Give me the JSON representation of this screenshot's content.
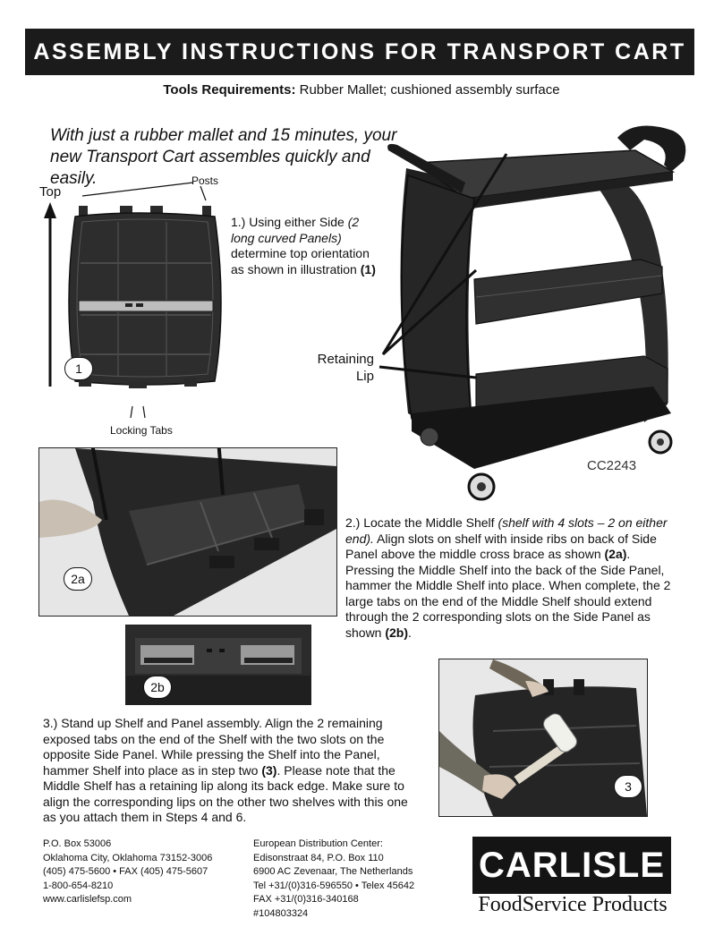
{
  "header": {
    "title": "ASSEMBLY INSTRUCTIONS FOR TRANSPORT CART"
  },
  "tools": {
    "label": "Tools Requirements:",
    "value": "Rubber Mallet; cushioned assembly surface"
  },
  "intro": {
    "line1": "With just a rubber mallet and 15 minutes, your",
    "line2": "new Transport Cart assembles quickly and easily."
  },
  "figure1": {
    "top_label": "Top",
    "posts_label": "Posts",
    "locking_tabs_label": "Locking Tabs",
    "badge": "1"
  },
  "step1": {
    "text_a": "1.) Using either Side ",
    "text_b": "(2 long curved Panels)",
    "text_c": " determine top orientation as shown in illustration ",
    "text_d": "(1)"
  },
  "cart": {
    "retaining_label_1": "Retaining",
    "retaining_label_2": "Lip",
    "model": "CC2243"
  },
  "figure2a": {
    "badge": "2a"
  },
  "step2": {
    "text_a": "2.) Locate the Middle Shelf ",
    "text_b": "(shelf with 4 slots – 2 on either end).",
    "text_c": " Align slots on shelf with inside ribs on back of Side Panel above the middle cross brace as shown ",
    "text_d": "(2a)",
    "text_e": ". Pressing the Middle Shelf into the back of the Side Panel, hammer the Middle Shelf into place.  When complete, the 2 large tabs on the end of the Middle Shelf should extend through the 2 corresponding slots on the Side Panel as shown ",
    "text_f": "(2b)",
    "text_g": "."
  },
  "figure2b": {
    "badge": "2b"
  },
  "figure3": {
    "badge": "3"
  },
  "step3": {
    "text_a": "3.) Stand up Shelf and Panel assembly.  Align the 2 remaining exposed tabs on the end of the Shelf with the two slots on the opposite Side Panel.  While pressing the Shelf into the Panel, hammer Shelf into place as in step two ",
    "text_b": "(3)",
    "text_c": ".  Please note that the Middle Shelf has a retaining lip along its back edge.  Make sure to align the corresponding lips on the other two shelves with this one as you attach them in Steps 4 and 6."
  },
  "footer": {
    "us": [
      "P.O. Box 53006",
      "Oklahoma City, Oklahoma   73152-3006",
      "(405) 475-5600 • FAX (405) 475-5607",
      "1-800-654-8210",
      "www.carlislefsp.com"
    ],
    "eu": [
      "European Distribution Center:",
      "Edisonstraat 84, P.O. Box 110",
      "6900 AC Zevenaar, The Netherlands",
      "Tel +31/(0)316-596550 • Telex 45642",
      "FAX +31/(0)316-340168",
      "#104803324"
    ]
  },
  "logo": {
    "brand": "CARLISLE",
    "tagline": "FoodService Products"
  }
}
